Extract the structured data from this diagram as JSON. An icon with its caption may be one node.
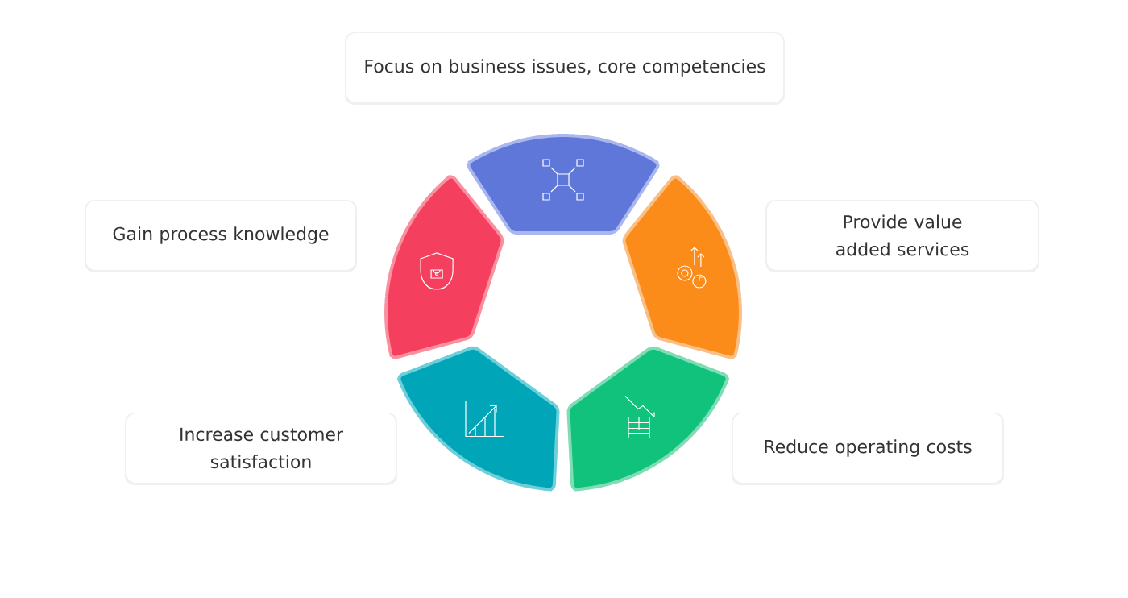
{
  "diagram": {
    "nodes": [
      {
        "text": [
          "Focus on business issues, core competencies"
        ]
      },
      {
        "text": [
          "Gain process knowledge"
        ]
      },
      {
        "text": [
          "Provide value added services"
        ]
      },
      {
        "text": [
          "Increase customer satisfaction"
        ]
      },
      {
        "text": [
          "Reduce operating costs"
        ]
      }
    ]
  }
}
